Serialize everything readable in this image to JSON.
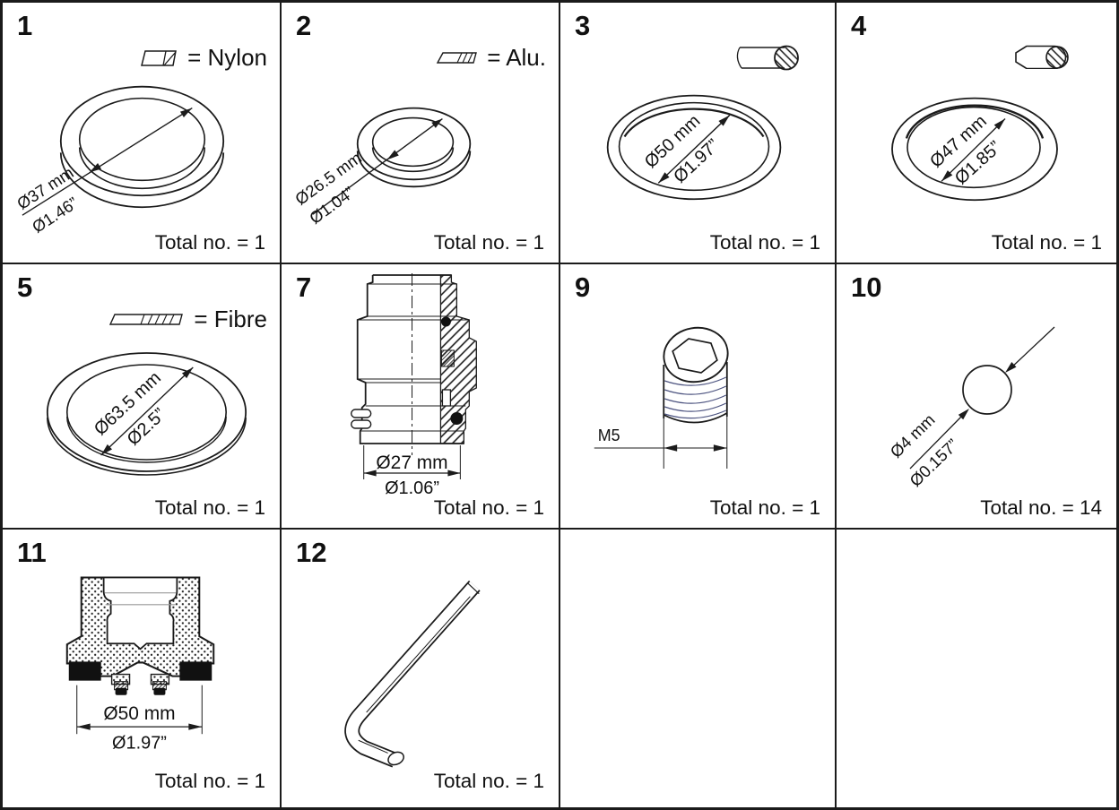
{
  "sheet": {
    "cells": [
      {
        "num": "1",
        "legend": "= Nylon",
        "dim_mm": "Ø37 mm",
        "dim_in": "Ø1.46”",
        "total": "Total no. = 1"
      },
      {
        "num": "2",
        "legend": "= Alu.",
        "dim_mm": "Ø26.5 mm",
        "dim_in": "Ø1.04”",
        "total": "Total no. = 1"
      },
      {
        "num": "3",
        "dim_mm": "Ø50 mm",
        "dim_in": "Ø1.97”",
        "total": "Total no. = 1"
      },
      {
        "num": "4",
        "dim_mm": "Ø47 mm",
        "dim_in": "Ø1.85”",
        "total": "Total no. = 1"
      },
      {
        "num": "5",
        "legend": "= Fibre",
        "dim_mm": "Ø63.5 mm",
        "dim_in": "Ø2.5”",
        "total": "Total no. = 1"
      },
      {
        "num": "7",
        "dim_mm": "Ø27 mm",
        "dim_in": "Ø1.06”",
        "total": "Total no. = 1"
      },
      {
        "num": "9",
        "thread_label": "M5",
        "total": "Total no. = 1"
      },
      {
        "num": "10",
        "dim_mm": "Ø4 mm",
        "dim_in": "Ø0.157”",
        "total": "Total no. = 14"
      },
      {
        "num": "11",
        "dim_mm": "Ø50 mm",
        "dim_in": "Ø1.97”",
        "total": "Total no. = 1"
      },
      {
        "num": "12",
        "total": "Total no. = 1"
      }
    ]
  },
  "colors": {
    "ink": "#1b1b1b",
    "thread_line": "#4d5480",
    "background": "#ffffff"
  }
}
